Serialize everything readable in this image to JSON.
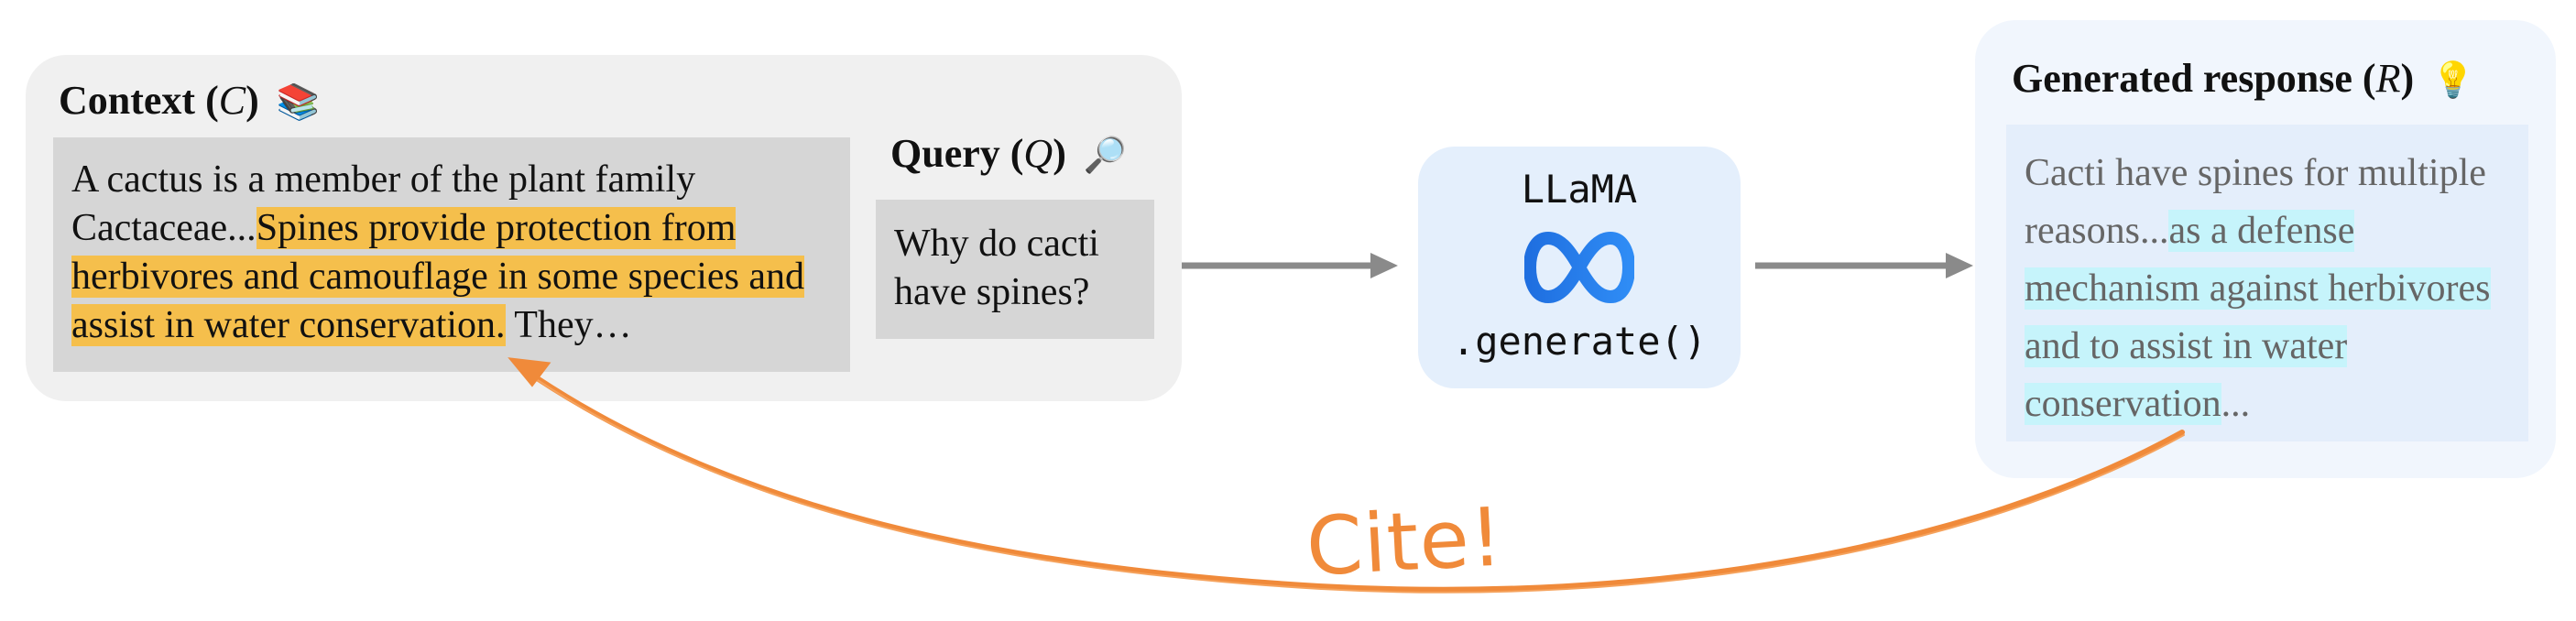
{
  "context": {
    "title_word": "Context",
    "var": "C",
    "emoji": "📚",
    "text_plain": "A cactus is a member of the plant family Cactaceae...",
    "text_highlight": "Spines provide protection from herbivores and camouflage in some species and assist in water conservation.",
    "text_tail": " They…"
  },
  "query": {
    "title_word": "Query",
    "var": "Q",
    "emoji": "🔎",
    "text": "Why do cacti have spines?"
  },
  "model": {
    "name": "LLaMA",
    "logo_icon": "meta-infinity-logo",
    "method": ".generate()"
  },
  "response": {
    "title_word": "Generated response",
    "var": "R",
    "emoji": "💡",
    "text_plain": "Cacti have spines for multiple reasons...",
    "text_highlight": "as a defense mechanism against herbivores and to assist in water conservation",
    "text_tail": "..."
  },
  "cite_label": "Cite!",
  "colors": {
    "context_highlight": "#f5bf4c",
    "response_highlight": "#c6f4fb",
    "cite_arrow": "#f08a3a",
    "flow_arrow": "#8a8a8a",
    "model_bg": "#e4effc"
  }
}
